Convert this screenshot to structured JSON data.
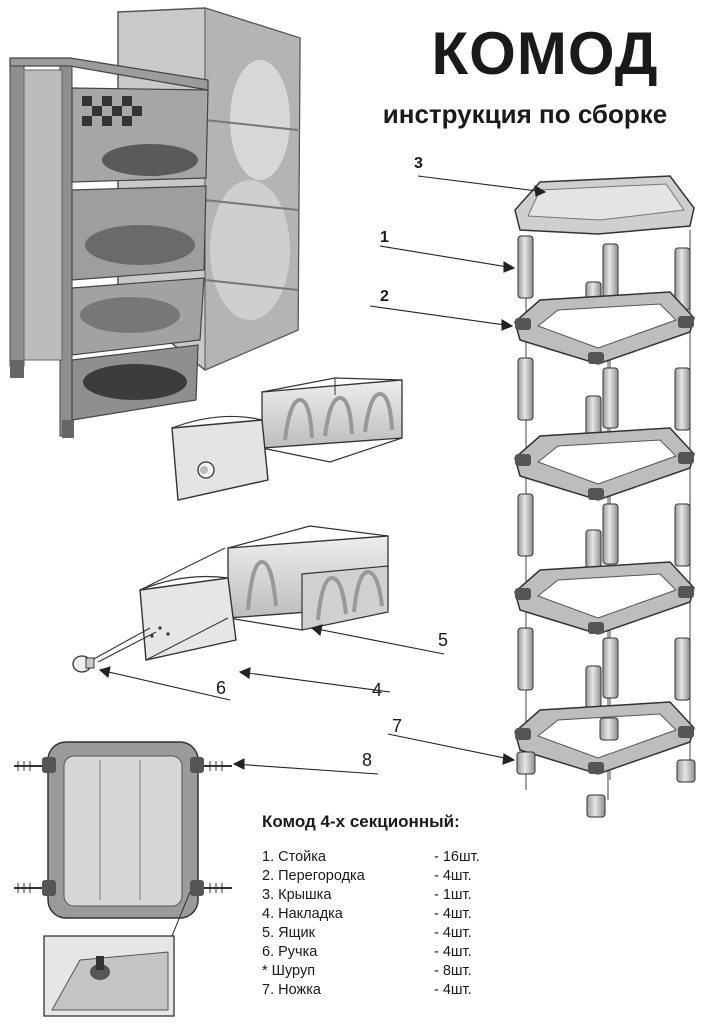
{
  "header": {
    "title": "КОМОД",
    "subtitle": "инструкция по сборке"
  },
  "callouts": {
    "c1": "1",
    "c2": "2",
    "c3": "3",
    "c4": "4",
    "c5": "5",
    "c6": "6",
    "c7": "7",
    "c8": "8"
  },
  "parts": {
    "title": "Комод 4-х секционный:",
    "items": [
      {
        "name": "1. Стойка",
        "qty": "- 16шт."
      },
      {
        "name": "2. Перегородка",
        "qty": "- 4шт."
      },
      {
        "name": "3. Крышка",
        "qty": "- 1шт."
      },
      {
        "name": "4. Накладка",
        "qty": "- 4шт."
      },
      {
        "name": "5. Ящик",
        "qty": "- 4шт."
      },
      {
        "name": "6. Ручка",
        "qty": "- 4шт."
      },
      {
        "name": "* Шуруп",
        "qty": "- 8шт."
      },
      {
        "name": "7. Ножка",
        "qty": "- 4шт."
      }
    ]
  },
  "colors": {
    "line": "#2a2a2a",
    "frame": "#8a8a8a",
    "panel": "#d2d2d2",
    "post": "#c6c6c6",
    "dark": "#555555"
  }
}
